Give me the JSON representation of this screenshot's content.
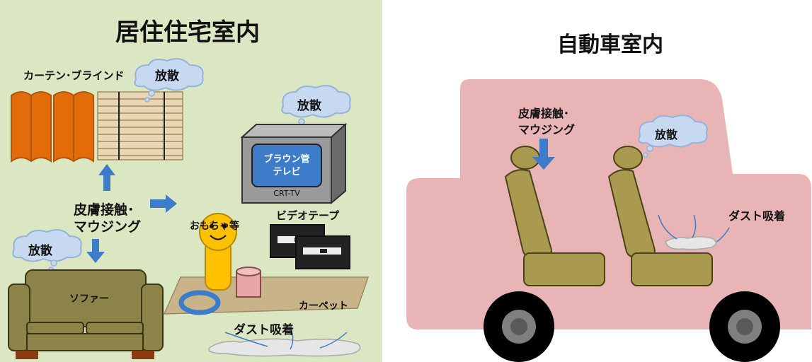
{
  "home": {
    "title": "居住住宅室内",
    "curtain_label": "カーテン･ブラインド",
    "emission_curtain": "放散",
    "emission_tv": "放散",
    "tv_screen_line1": "ブラウン管",
    "tv_screen_line2": "テレビ",
    "tv_caption": "CRT-TV",
    "contact_line1": "皮膚接触･",
    "contact_line2": "マウジング",
    "toys_label": "おもちゃ等",
    "video_label": "ビデオテープ",
    "emission_sofa": "放散",
    "sofa_label": "ソファー",
    "carpet_label": "カーペット",
    "dust_label": "ダスト吸着"
  },
  "car": {
    "title": "自動車室内",
    "contact_line1": "皮膚接触･",
    "contact_line2": "マウジング",
    "emission": "放散",
    "dust_label": "ダスト吸着"
  },
  "colors": {
    "home_bg": "#dbe6c3",
    "car_body": "#e8b4b6",
    "seat": "#a99a4f",
    "arrow": "#3d7cc9",
    "curtain": "#e36c0a",
    "cloud": "#c6d9f0"
  }
}
